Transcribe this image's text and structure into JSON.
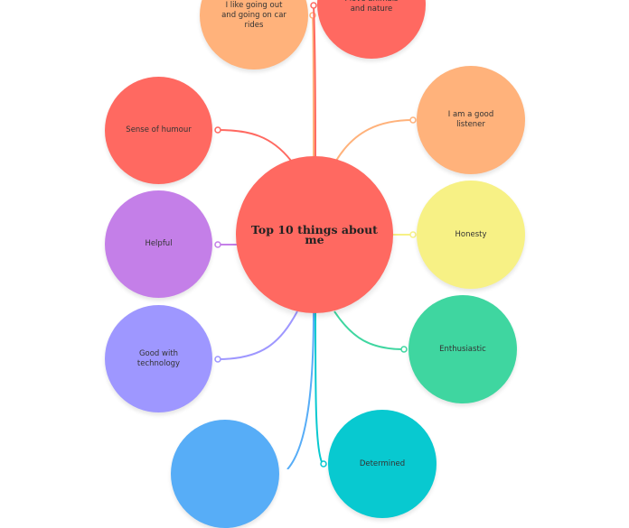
{
  "center": {
    "label": "Top 10 things about me",
    "color": "#ff6961"
  },
  "topics": [
    {
      "id": "car-rides",
      "label": "I like going out and going on car rides",
      "color": "#ffb27b"
    },
    {
      "id": "animals",
      "label": "I love animals and nature",
      "color": "#ff6961"
    },
    {
      "id": "humour",
      "label": "Sense of humour",
      "color": "#ff6961"
    },
    {
      "id": "listener",
      "label": "I am a good listener",
      "color": "#ffb27b"
    },
    {
      "id": "helpful",
      "label": "Helpful",
      "color": "#c47fe8"
    },
    {
      "id": "honesty",
      "label": "Honesty",
      "color": "#f7f185"
    },
    {
      "id": "technology",
      "label": "Good with technology",
      "color": "#9e97ff"
    },
    {
      "id": "enthusiastic",
      "label": "Enthusiastic",
      "color": "#3fd6a0"
    },
    {
      "id": "unnamed-blue",
      "label": "",
      "color": "#57adf7"
    },
    {
      "id": "determined",
      "label": "Determined",
      "color": "#08c9d0"
    }
  ]
}
